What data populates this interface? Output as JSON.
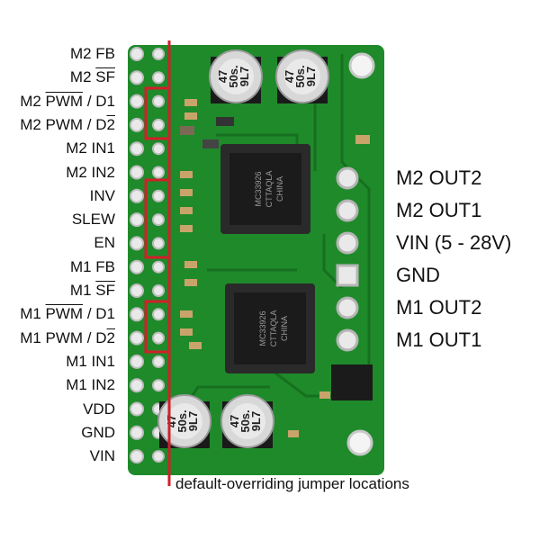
{
  "left_pins": [
    {
      "pre": "M2 FB",
      "ov": "",
      "post": ""
    },
    {
      "pre": "M2 ",
      "ov": "SF",
      "post": ""
    },
    {
      "pre": "M2 ",
      "ov": "PWM",
      "post": " / D1"
    },
    {
      "pre": "M2 PWM / D",
      "ov": "2",
      "post": ""
    },
    {
      "pre": "M2 IN1",
      "ov": "",
      "post": ""
    },
    {
      "pre": "M2 IN2",
      "ov": "",
      "post": ""
    },
    {
      "pre": "INV",
      "ov": "",
      "post": ""
    },
    {
      "pre": "SLEW",
      "ov": "",
      "post": ""
    },
    {
      "pre": "EN",
      "ov": "",
      "post": ""
    },
    {
      "pre": "M1 FB",
      "ov": "",
      "post": ""
    },
    {
      "pre": "M1 ",
      "ov": "SF",
      "post": ""
    },
    {
      "pre": "M1 ",
      "ov": "PWM",
      "post": " / D1"
    },
    {
      "pre": "M1 PWM / D",
      "ov": "2",
      "post": ""
    },
    {
      "pre": "M1 IN1",
      "ov": "",
      "post": ""
    },
    {
      "pre": "M1 IN2",
      "ov": "",
      "post": ""
    },
    {
      "pre": "VDD",
      "ov": "",
      "post": ""
    },
    {
      "pre": "GND",
      "ov": "",
      "post": ""
    },
    {
      "pre": "VIN",
      "ov": "",
      "post": ""
    }
  ],
  "right_pins": [
    "M2 OUT2",
    "M2 OUT1",
    "VIN (5 - 28V)",
    "GND",
    "M1 OUT2",
    "M1 OUT1"
  ],
  "caption": "default-overriding jumper locations",
  "capacitor_marking": {
    "line1": "47",
    "line2": "50s.",
    "line3": "9L7"
  },
  "chip_marking": {
    "line1": "MC33926",
    "line2": "CTTAQLA",
    "line3": "CHINA"
  },
  "colors": {
    "board": "#1f8a2a",
    "board_dark": "#16701f",
    "jumper_box": "#d0202a",
    "pad": "#e9e9e9"
  }
}
